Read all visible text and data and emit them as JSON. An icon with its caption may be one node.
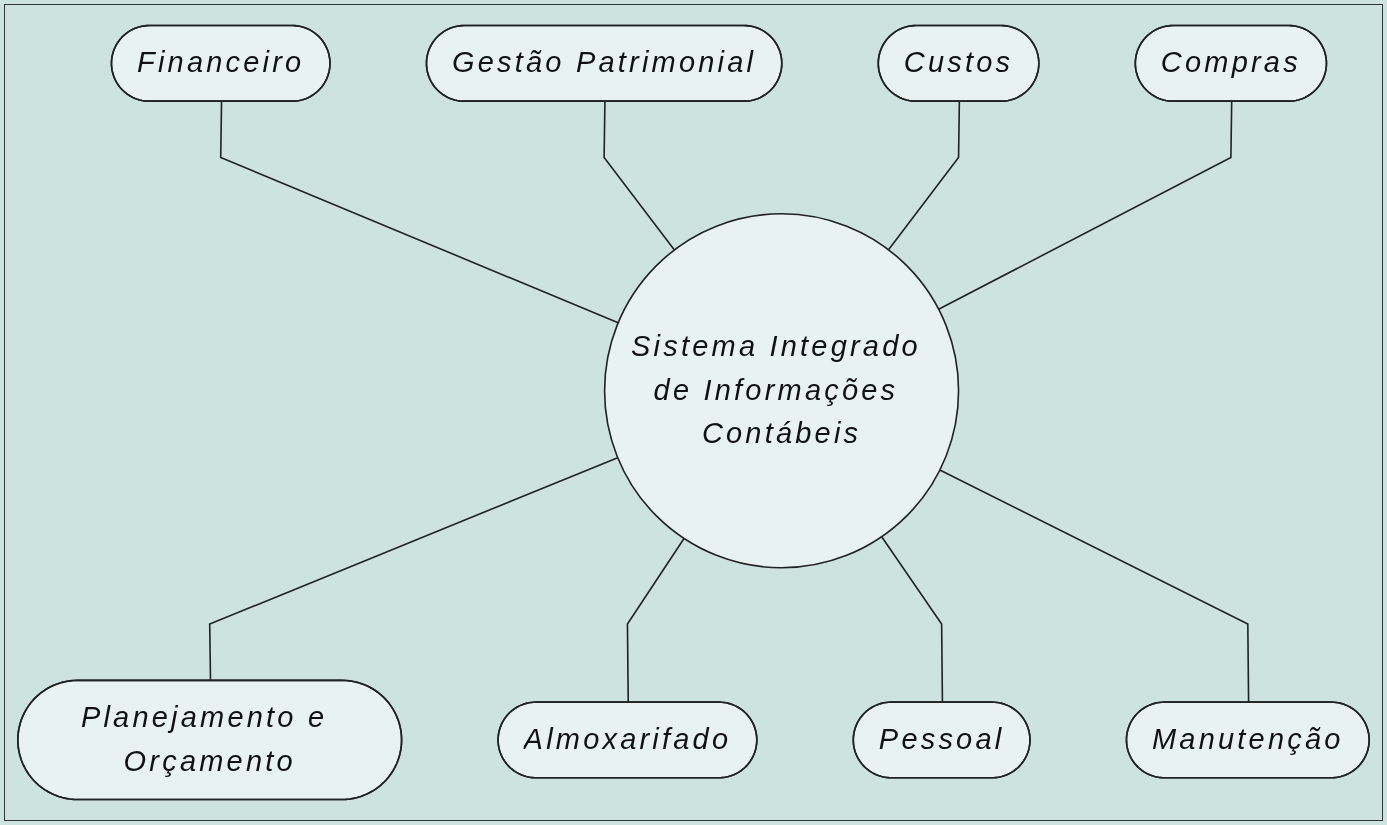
{
  "diagram": {
    "nodes": [
      {
        "text": [
          "Financeiro"
        ]
      },
      {
        "text": [
          "Gestão Patrimonial"
        ]
      },
      {
        "text": [
          "Custos"
        ]
      },
      {
        "text": [
          "Compras"
        ]
      },
      {
        "text": [
          "Sistema Integrado de Informações Contábeis"
        ]
      },
      {
        "text": [
          "Planejamento e Orçamento"
        ]
      },
      {
        "text": [
          "Almoxarifado"
        ]
      },
      {
        "text": [
          "Pessoal"
        ]
      },
      {
        "text": [
          "Manutenção"
        ]
      }
    ],
    "edges": [
      {
        "from": 0,
        "to": 4,
        "arrow": "none"
      },
      {
        "from": 1,
        "to": 4,
        "arrow": "none"
      },
      {
        "from": 2,
        "to": 4,
        "arrow": "none"
      },
      {
        "from": 3,
        "to": 4,
        "arrow": "none"
      },
      {
        "from": 4,
        "to": 5,
        "arrow": "none"
      },
      {
        "from": 4,
        "to": 6,
        "arrow": "none"
      },
      {
        "from": 4,
        "to": 7,
        "arrow": "none"
      },
      {
        "from": 4,
        "to": 8,
        "arrow": "none"
      }
    ]
  }
}
